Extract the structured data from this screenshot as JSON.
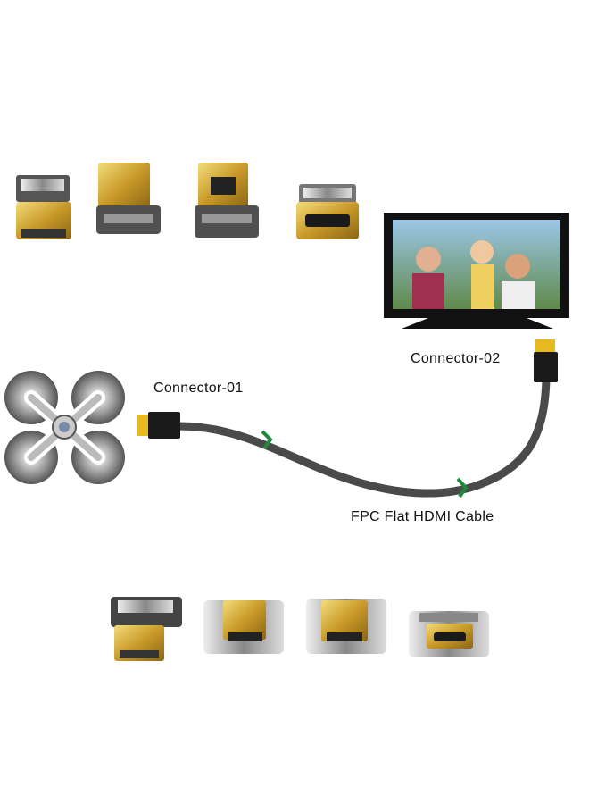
{
  "labels": {
    "connector_01": "Connector-01",
    "connector_02": "Connector-02",
    "cable": "FPC Flat HDMI Cable"
  },
  "colors": {
    "gold": "#d8b23a",
    "cable": "#4a4a4a",
    "arrow": "#1e8a3c",
    "tv_frame": "#111111"
  }
}
